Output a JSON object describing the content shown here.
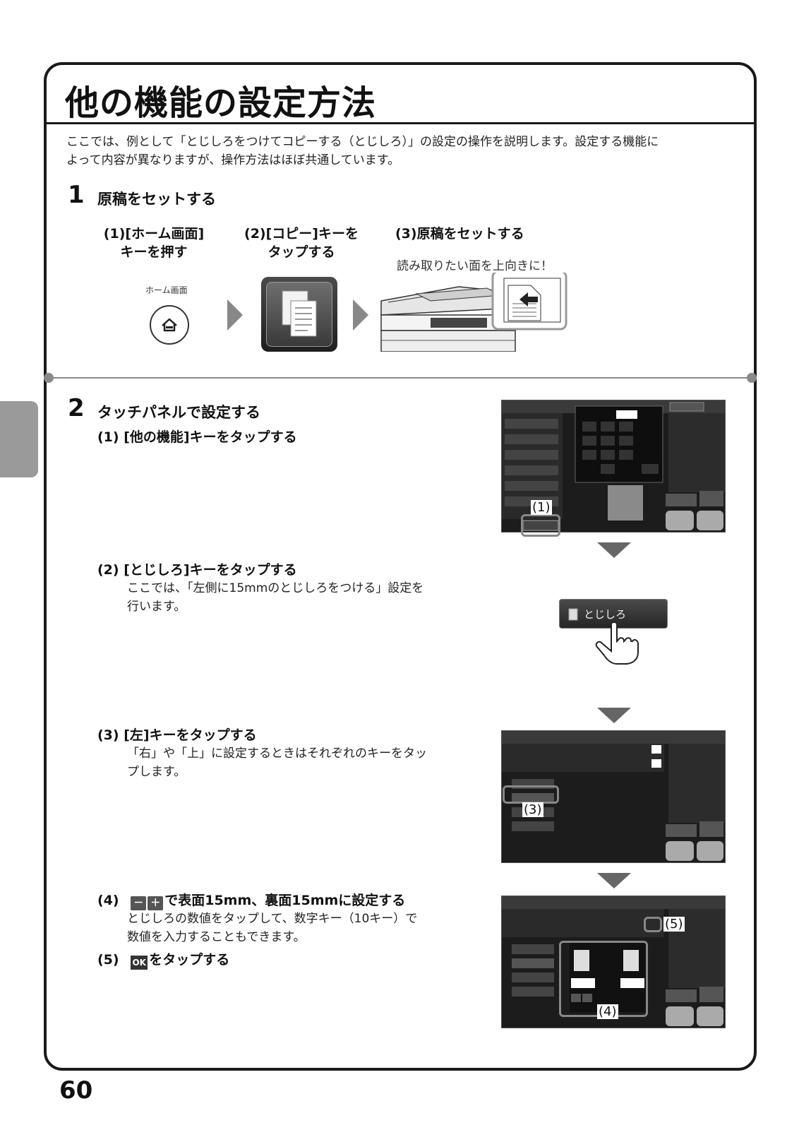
{
  "page_title": "他の機能の設定方法",
  "intro_line1": "ここでは、例として「とじしろをつけてコピーする（とじしろ）」の設定の操作を説明します。設定する機能に",
  "intro_line2": "よって内容が異なりますが、操作方法はほぼ共通しています。",
  "step1": {
    "number": "1",
    "title": "原稿をセットする",
    "sub1_line1": "(1)[ホーム画面]",
    "sub1_line2": "キーを押す",
    "sub2_line1": "(2)[コピー]キーを",
    "sub2_line2": "タップする",
    "sub3": "(3)原稿をセットする",
    "scan_caption": "読み取りたい面を上向きに！",
    "home_label": "ホーム画面"
  },
  "step2": {
    "number": "2",
    "title": "タッチパネルで設定する",
    "s1": "(1) [他の機能]キーをタップする",
    "s2": "(2) [とじしろ]キーをタップする",
    "s2_note1": "ここでは、「左側に15mmのとじしろをつける」設定を",
    "s2_note2": "行います。",
    "s3": "(3) [左]キーをタップする",
    "s3_note1": "「右」や「上」に設定するときはそれぞれのキーをタッ",
    "s3_note2": "プします。",
    "s4_prefix": "(4)",
    "s4_minus": "－",
    "s4_plus": "＋",
    "s4_text": "で表面15mm、裏面15mmに設定する",
    "s4_note1": "とじしろの数値をタップして、数字キー（10キー）で",
    "s4_note2": "数値を入力することもできます。",
    "s5_prefix": "(5)",
    "s5_ok": "OK",
    "s5_text": "をタップする",
    "binder_key_label": "とじしろ",
    "callout1": "(1)",
    "callout3": "(3)",
    "callout4": "(4)",
    "callout5": "(5)"
  },
  "page_number": "60"
}
